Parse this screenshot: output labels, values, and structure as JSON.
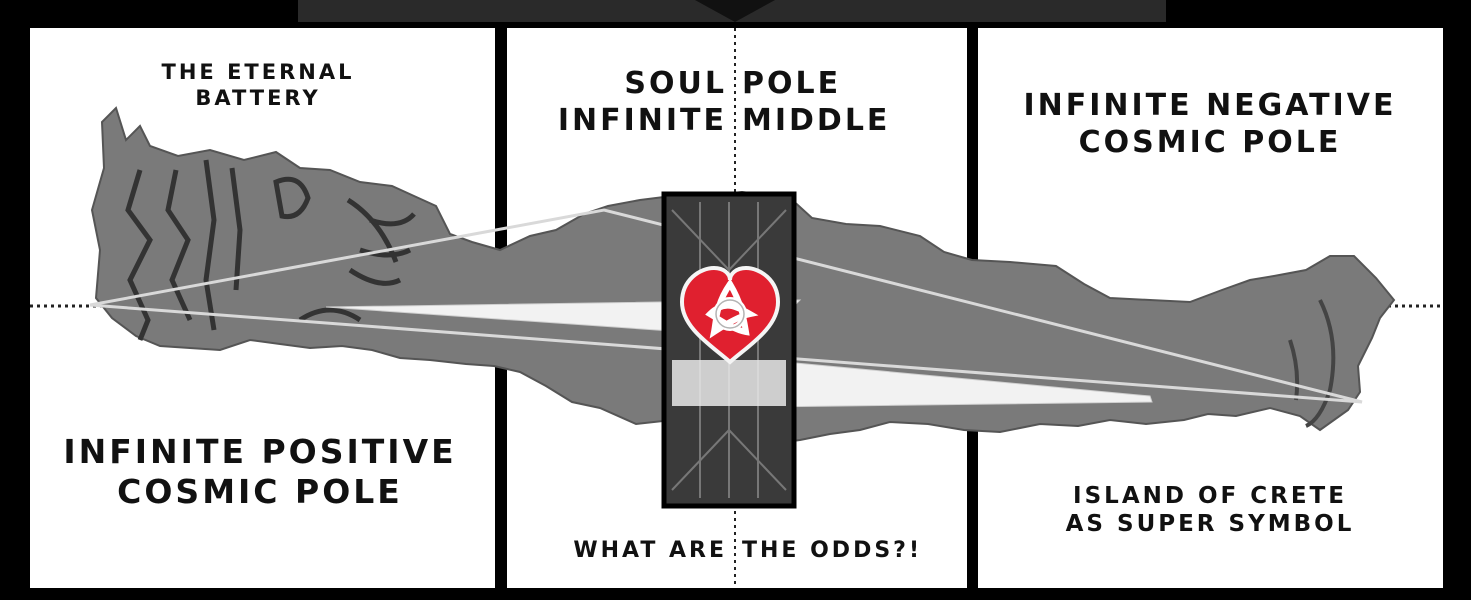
{
  "panels": {
    "left": {
      "top_label_line1": "THE ETERNAL",
      "top_label_line2": "BATTERY",
      "bottom_label_line1": "INFINITE POSITIVE",
      "bottom_label_line2": "COSMIC POLE"
    },
    "center": {
      "top_left_line1": "SOUL",
      "top_right_line1": "POLE",
      "top_left_line2": "INFINITE",
      "top_right_line2": "MIDDLE",
      "bottom_left": "WHAT ARE",
      "bottom_right": "THE ODDS?!"
    },
    "right": {
      "top_label_line1": "INFINITE NEGATIVE",
      "top_label_line2": "COSMIC POLE",
      "bottom_label_line1": "ISLAND OF CRETE",
      "bottom_label_line2": "AS SUPER SYMBOL"
    }
  },
  "colors": {
    "frame": "#000000",
    "panel": "#ffffff",
    "island": "#777777",
    "heart": "#e0202f",
    "bolt": "#f2f2f2"
  },
  "icons": {
    "center": "heart-triquetra-icon",
    "bolt": "lightning-bolt-icon",
    "island": "crete-island-icon"
  }
}
